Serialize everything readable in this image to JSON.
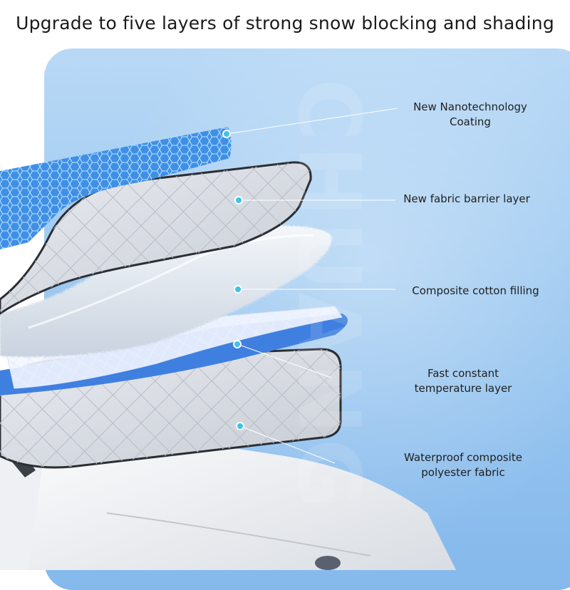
{
  "headline": "Upgrade to five layers of strong snow blocking and shading",
  "watermark": "CHUANG",
  "colors": {
    "panel_top": "#b9d9f6",
    "panel_bottom": "#85b9ec",
    "accent_dot": "#3fc3e6",
    "mesh_blue": "#3f7fe0",
    "silver": "#cfd3da"
  },
  "layers": [
    {
      "lines": [
        "New Nanotechnology",
        "Coating"
      ]
    },
    {
      "lines": [
        "New fabric barrier layer"
      ]
    },
    {
      "lines": [
        "Composite cotton filling"
      ]
    },
    {
      "lines": [
        "Fast constant",
        "temperature layer"
      ]
    },
    {
      "lines": [
        "Waterproof composite",
        "polyester fabric"
      ]
    }
  ]
}
